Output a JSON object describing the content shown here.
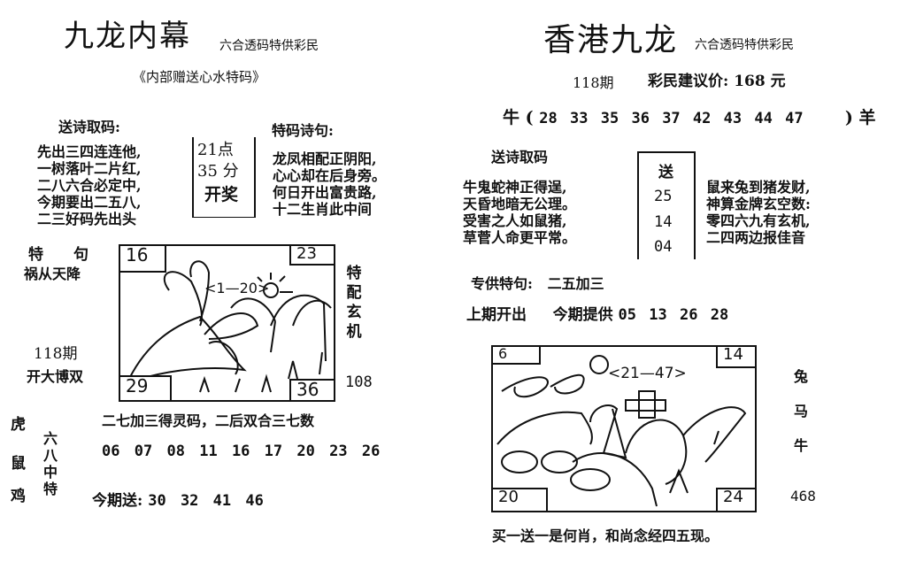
{
  "left": {
    "title": "九龙内幕",
    "subtitle": "六合透码特供彩民",
    "banner": "《内部赠送心水特码》",
    "poem_heading": "送诗取码:",
    "poem": [
      "先出三四连连他,",
      "一树落叶二片红,",
      "二八六合必定中,",
      "今期要出二五八,",
      "二三好码先出头"
    ],
    "draw_time": [
      "21点",
      "35 分",
      "开奖"
    ],
    "tema_heading": "特码诗句:",
    "tema_poem": [
      "龙凤相配正阴阳,",
      "心心却在后身旁。",
      "何日开出富贵路,",
      "十二生肖此中间"
    ],
    "teju_label": "特　　句",
    "teju_text": "祸从天降",
    "period": "118期",
    "period_hint": "开大博双",
    "side_vertical": "特配玄机",
    "side_number": "108",
    "sketch": {
      "tl": "16",
      "tr": "23",
      "bl": "29",
      "br": "36",
      "range": "<1—20>"
    },
    "hint_line": "二七加三得灵码，二后双合三七数",
    "numbers": [
      "06",
      "07",
      "08",
      "11",
      "16",
      "17",
      "20",
      "23",
      "26"
    ],
    "zodiacs": [
      "虎",
      "鼠",
      "鸡"
    ],
    "zodiac_vertical": "六八中特",
    "send_label": "今期送:",
    "send_numbers": [
      "30",
      "32",
      "41",
      "46"
    ]
  },
  "right": {
    "title": "香港九龙",
    "subtitle": "六合透码特供彩民",
    "period": "118期",
    "price": "彩民建议价: 168 元",
    "range_start": "牛",
    "range_numbers": [
      "28",
      "33",
      "35",
      "36",
      "37",
      "42",
      "43",
      "44",
      "47"
    ],
    "range_end": "羊",
    "poem_heading": "送诗取码",
    "poem_left": [
      "牛鬼蛇神正得逞,",
      "天昏地暗无公理。",
      "受害之人如鼠猪,",
      "草菅人命更平常。"
    ],
    "send_box": [
      "送",
      "25",
      "14",
      "04"
    ],
    "poem_right": [
      "鼠来兔到猪发财,",
      "神算金牌玄空数:",
      "零四六九有玄机,",
      "二四两边报佳音"
    ],
    "special_label": "专供特句:",
    "special_text": "二五加三",
    "last_label": "上期开出",
    "provide_label": "今期提供",
    "provide_numbers": [
      "05",
      "13",
      "26",
      "28"
    ],
    "sketch": {
      "tl": "6",
      "tr": "14",
      "bl": "20",
      "br": "24",
      "range": "<21—47>"
    },
    "zodiacs": [
      "兔",
      "马",
      "牛"
    ],
    "side_number": "468",
    "footer": "买一送一是何肖，和尚念经四五现。"
  }
}
